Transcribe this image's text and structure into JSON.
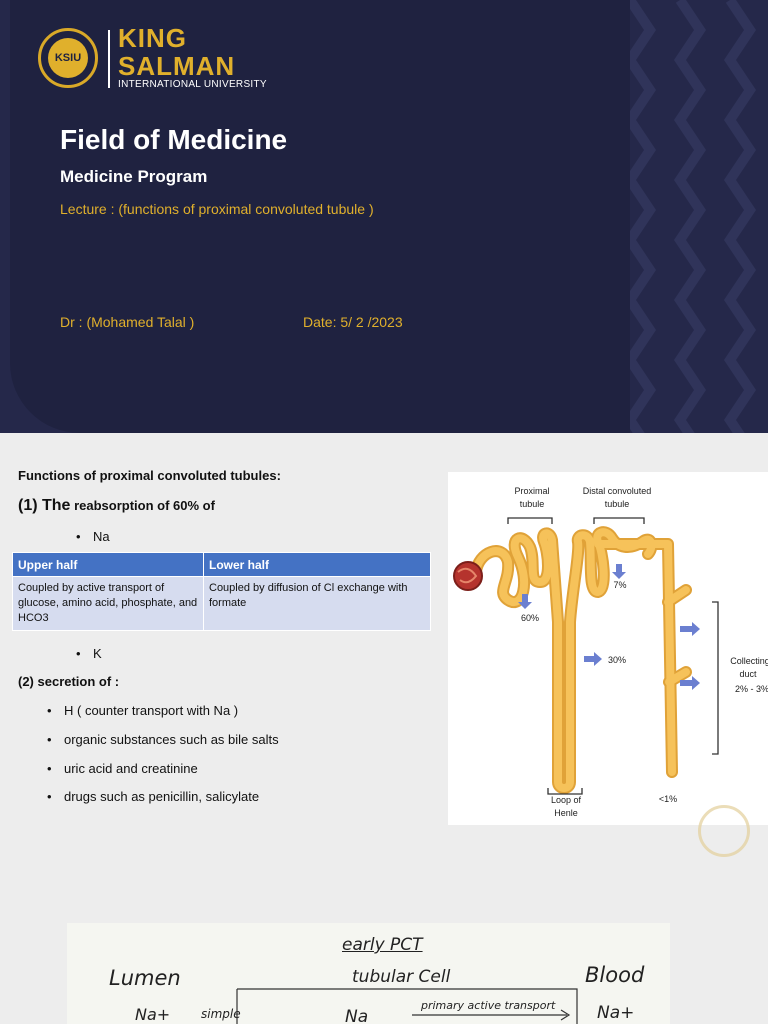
{
  "slide1": {
    "logo": {
      "badge": "KSIU",
      "line1": "KING",
      "line2": "SALMAN",
      "line3": "INTERNATIONAL UNIVERSITY"
    },
    "title": "Field of Medicine",
    "program": "Medicine Program",
    "lecture": "Lecture : (functions of proximal convoluted tubule )",
    "doctor": "Dr : (Mohamed Talal )",
    "date": "Date:   5/ 2  /2023",
    "colors": {
      "background": "#25284a",
      "accent": "#e0b02c"
    }
  },
  "slide2": {
    "heading": "Functions of proximal convoluted tubules:",
    "reabsorption": {
      "number": "(1) The",
      "text": "reabsorption of 60% of"
    },
    "bullet_na": "Na",
    "table": {
      "headers": [
        "Upper half",
        "Lower half"
      ],
      "rows": [
        [
          "Coupled by active transport of glucose, amino acid, phosphate, and HCO3",
          "Coupled by diffusion of Cl exchange with formate"
        ]
      ]
    },
    "bullet_k": "K",
    "secretion_heading": "(2) secretion of :",
    "secretion_items": [
      "H ( counter transport with Na )",
      "organic substances such as bile salts",
      "uric acid and creatinine",
      "drugs such as penicillin, salicylate"
    ],
    "diagram": {
      "label_proximal": "Proximal",
      "label_proximal2": "tubule",
      "label_distal": "Distal convoluted",
      "label_distal2": "tubule",
      "pct_60": "60%",
      "pct_7": "7%",
      "pct_30": "30%",
      "label_collecting": "Collecting",
      "label_collecting2": "duct",
      "pct_2_3": "2% - 3%",
      "label_loop": "Loop of",
      "label_loop2": "Henle",
      "pct_lt1": "<1%",
      "colors": {
        "tubule": "#f6c25a",
        "tubule_edge": "#e0a238",
        "arrow": "#6b7fd0",
        "glomerulus": "#b5332d"
      }
    },
    "notes": {
      "early_pct": "early PCT",
      "tubular_cell": "tubular Cell",
      "lumen": "Lumen",
      "blood": "Blood",
      "na_left": "Na+",
      "simple": "simple",
      "na_mid": "Na",
      "primary": "primary active transport",
      "na_right": "Na+"
    }
  }
}
